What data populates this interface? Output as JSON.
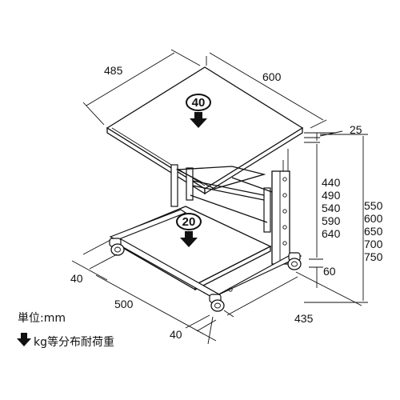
{
  "dimensions": {
    "top_depth": "485",
    "top_width": "600",
    "top_thickness": "25",
    "shelf_heights": [
      "440",
      "490",
      "540",
      "590",
      "640"
    ],
    "total_heights": [
      "550",
      "600",
      "650",
      "700",
      "750"
    ],
    "lower_gap": "60",
    "base_depth_offset": "40",
    "base_width": "500",
    "base_side_offset": "40",
    "base_depth": "435"
  },
  "loads": {
    "top": "40",
    "bottom": "20"
  },
  "legend": {
    "unit": "単位:mm",
    "load_note": "kg等分布耐荷重"
  },
  "icons": {
    "load_arrow": "down-arrow-icon",
    "caster": "caster-wheel-icon"
  }
}
